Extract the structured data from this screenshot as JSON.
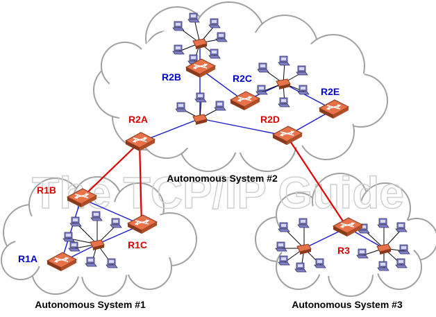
{
  "watermark": "The TCP/IP Guide",
  "colors": {
    "background": "#ffffff",
    "cloud_fill": "#ffffff",
    "cloud_stroke": "#a0a0a0",
    "router_fill": "#e8734a",
    "router_dark": "#8a3a1c",
    "router_label": "#0000cc",
    "border_router_label": "#dd0000",
    "link_intra": "#1a1acc",
    "link_inter": "#dd0000",
    "host": "#8080c8",
    "hub": "#e8734a",
    "watermark": "#c8c8c8"
  },
  "systems": [
    {
      "id": "as1",
      "name": "Autonomous System #1"
    },
    {
      "id": "as2",
      "name": "Autonomous System #2"
    },
    {
      "id": "as3",
      "name": "Autonomous System #3"
    }
  ],
  "routers": [
    {
      "id": "r1a",
      "label": "R1A",
      "border": false,
      "system": "as1"
    },
    {
      "id": "r1b",
      "label": "R1B",
      "border": true,
      "system": "as1"
    },
    {
      "id": "r1c",
      "label": "R1C",
      "border": true,
      "system": "as1"
    },
    {
      "id": "r2a",
      "label": "R2A",
      "border": true,
      "system": "as2"
    },
    {
      "id": "r2b",
      "label": "R2B",
      "border": false,
      "system": "as2"
    },
    {
      "id": "r2c",
      "label": "R2C",
      "border": false,
      "system": "as2"
    },
    {
      "id": "r2d",
      "label": "R2D",
      "border": true,
      "system": "as2"
    },
    {
      "id": "r2e",
      "label": "R2E",
      "border": false,
      "system": "as2"
    },
    {
      "id": "r3",
      "label": "R3",
      "border": true,
      "system": "as3"
    }
  ],
  "hubs": [
    {
      "id": "hub1"
    },
    {
      "id": "hub2top"
    },
    {
      "id": "hub2mid"
    },
    {
      "id": "hub2c"
    },
    {
      "id": "hub3l"
    },
    {
      "id": "hub3r"
    }
  ],
  "links": [
    {
      "from": "r1a",
      "to": "r1b",
      "type": "intra"
    },
    {
      "from": "r1a",
      "to": "hub1",
      "type": "intra"
    },
    {
      "from": "r1b",
      "to": "r1c",
      "type": "intra"
    },
    {
      "from": "hub1",
      "to": "r1c",
      "type": "intra"
    },
    {
      "from": "r2a",
      "to": "hub2mid",
      "type": "intra"
    },
    {
      "from": "r2b",
      "to": "hub2mid",
      "type": "intra"
    },
    {
      "from": "r2b",
      "to": "r2c",
      "type": "intra"
    },
    {
      "from": "r2c",
      "to": "hub2c",
      "type": "intra"
    },
    {
      "from": "hub2c",
      "to": "r2e",
      "type": "intra"
    },
    {
      "from": "hub2mid",
      "to": "r2d",
      "type": "intra"
    },
    {
      "from": "r2d",
      "to": "r2e",
      "type": "intra"
    },
    {
      "from": "hub2top",
      "to": "r2b",
      "type": "intra"
    },
    {
      "from": "r3",
      "to": "hub3l",
      "type": "intra"
    },
    {
      "from": "r3",
      "to": "hub3r",
      "type": "intra"
    },
    {
      "from": "r1b",
      "to": "r2a",
      "type": "inter"
    },
    {
      "from": "r1c",
      "to": "r2a",
      "type": "inter"
    },
    {
      "from": "r2d",
      "to": "r3",
      "type": "inter"
    }
  ]
}
